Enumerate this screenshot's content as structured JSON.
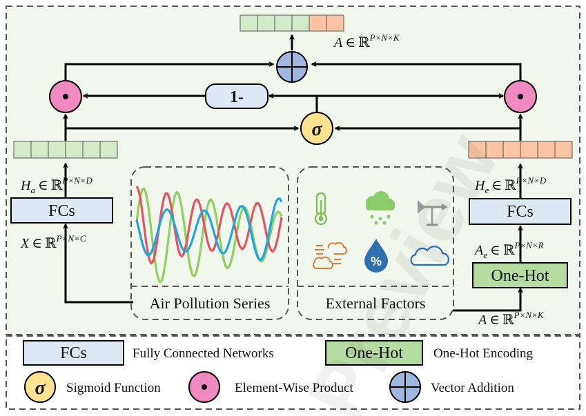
{
  "diagram": {
    "top_label": {
      "lhs": "A",
      "rel": "∈",
      "set": "ℝ",
      "sup": "P×N×K"
    },
    "one_minus": "1-",
    "sigma": "σ",
    "left": {
      "h_label": {
        "lhs": "H",
        "sub": "a",
        "rel": "∈",
        "set": "ℝ",
        "sup": "P×N×D"
      },
      "fcs": "FCs",
      "x_label": {
        "lhs": "X",
        "rel": "∈",
        "set": "ℝ",
        "sup": "P×N×C"
      }
    },
    "right": {
      "h_label": {
        "lhs": "H",
        "sub": "e",
        "rel": "∈",
        "set": "ℝ",
        "sup": "P×N×D"
      },
      "fcs": "FCs",
      "ae_label": {
        "lhs": "A",
        "sub": "e",
        "rel": "∈",
        "set": "ℝ",
        "sup": "P×N×R"
      },
      "onehot": "One-Hot",
      "a_label": {
        "lhs": "A",
        "rel": "∈",
        "set": "ℝ",
        "sup": "P×N×K"
      }
    },
    "air_panel_title": "Air Pollution Series",
    "ext_panel_title": "External Factors",
    "external_icons": [
      "thermometer-icon",
      "rain-cloud-icon",
      "wind-vane-icon",
      "wind-sun-icon",
      "humidity-drop-icon",
      "cloud-icon"
    ],
    "series_colors": [
      "#8cd05e",
      "#e8525e",
      "#1ea6e2"
    ],
    "colors": {
      "panel_bg": "#f1f7ec",
      "fcs_fill": "#dce8f4",
      "onehot_fill": "#b5dca0",
      "green_cell": "#d3ecc7",
      "orange_cell": "#fbc5a5",
      "pink_node": "#f08ac0",
      "blue_node": "#9fb6df",
      "sigma_node": "#fde38f"
    }
  },
  "legend": {
    "fcs_symbol": "FCs",
    "fcs_text": "Fully Connected Networks",
    "onehot_symbol": "One-Hot",
    "onehot_text": "One-Hot Encoding",
    "sigma_symbol": "σ",
    "sigma_text": "Sigmoid Function",
    "product_text": "Element-Wise Product",
    "addition_text": "Vector Addition"
  },
  "watermark": "Preview"
}
